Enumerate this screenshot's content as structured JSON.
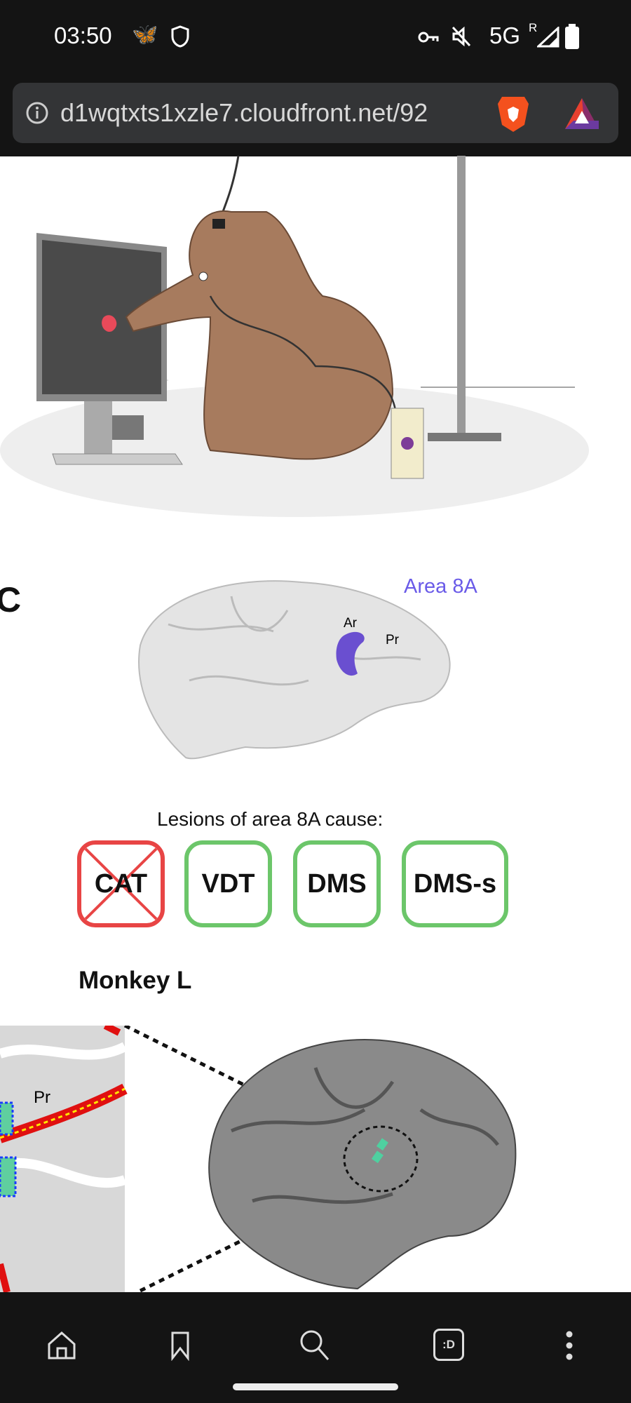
{
  "status": {
    "time": "03:50",
    "network": "5G",
    "roaming": "R"
  },
  "browser": {
    "url": "d1wqtxts1xzle7.cloudfront.net/92"
  },
  "figure": {
    "panel_letter": "C",
    "area_label": "Area 8A",
    "sulcus_ar": "Ar",
    "sulcus_pr": "Pr",
    "lesion_caption": "Lesions of area 8A cause:",
    "tasks": [
      {
        "label": "CAT",
        "affected": false
      },
      {
        "label": "VDT",
        "affected": true
      },
      {
        "label": "DMS",
        "affected": true
      },
      {
        "label": "DMS-s",
        "affected": true
      }
    ],
    "monkey_label": "Monkey L",
    "inset_pr": "Pr",
    "colors": {
      "area": "#6a5be8",
      "affected": "#6cc66a",
      "not_affected": "#e84545"
    }
  },
  "nav": {
    "tabs_label": ":D"
  }
}
